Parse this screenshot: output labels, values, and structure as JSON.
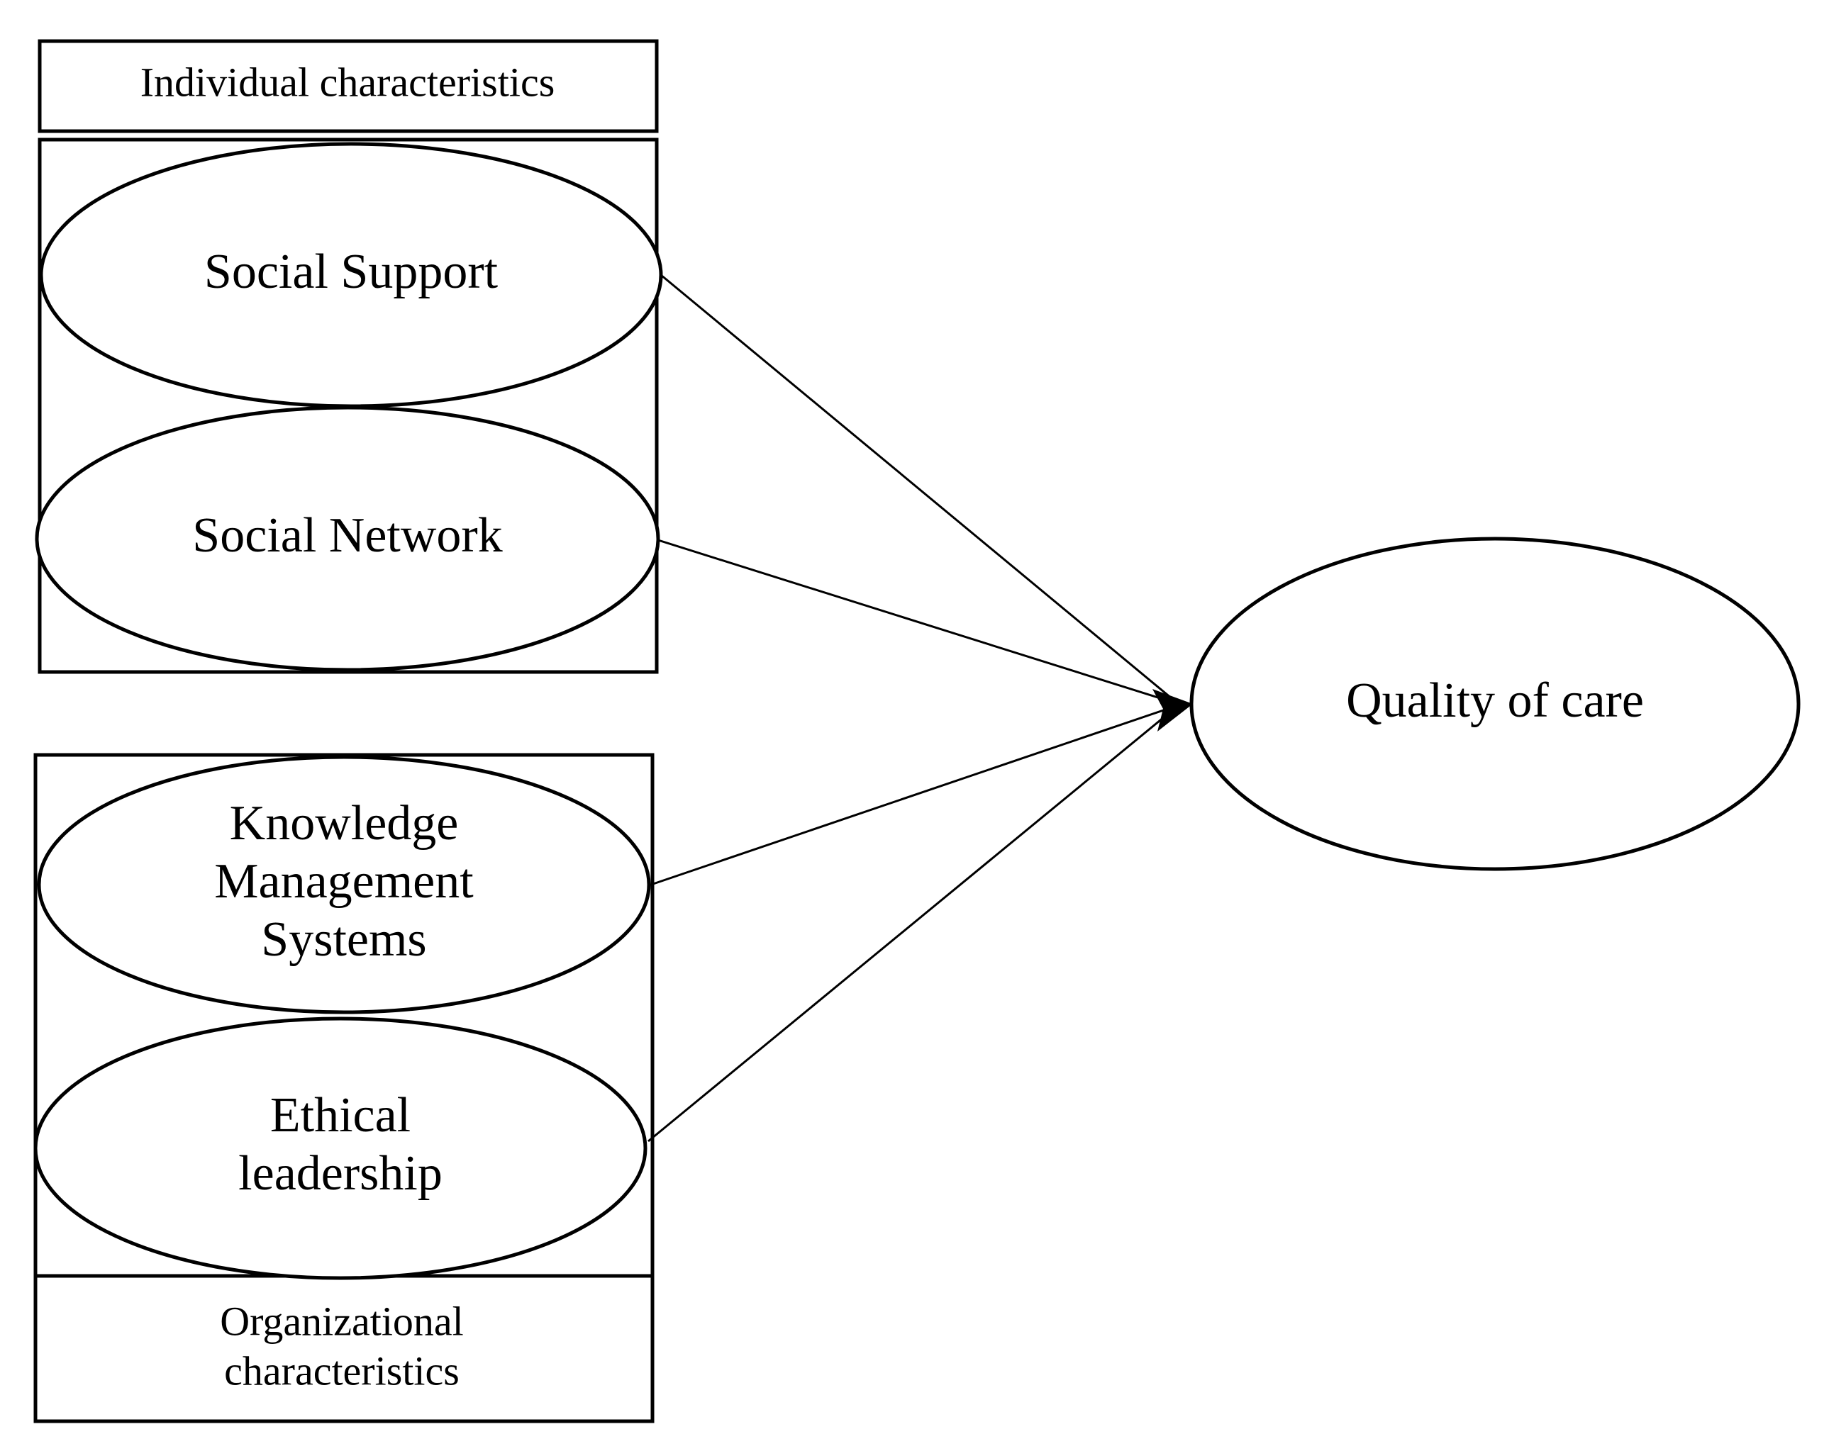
{
  "groups": {
    "individual": {
      "title": "Individual characteristics"
    },
    "organizational": {
      "title_line1": "Organizational",
      "title_line2": "characteristics"
    }
  },
  "nodes": {
    "social_support": {
      "label": "Social Support"
    },
    "social_network": {
      "label": "Social Network"
    },
    "kms": {
      "line1": "Knowledge",
      "line2": "Management",
      "line3": "Systems"
    },
    "ethical_leadership": {
      "line1": "Ethical",
      "line2": "leadership"
    },
    "quality_of_care": {
      "label": "Quality of care"
    }
  },
  "edges": [
    {
      "from": "Social Support",
      "to": "Quality of care"
    },
    {
      "from": "Social Network",
      "to": "Quality of care"
    },
    {
      "from": "Knowledge Management Systems",
      "to": "Quality of care"
    },
    {
      "from": "Ethical leadership",
      "to": "Quality of care"
    }
  ],
  "colors": {
    "stroke": "#000000",
    "background": "#ffffff"
  }
}
